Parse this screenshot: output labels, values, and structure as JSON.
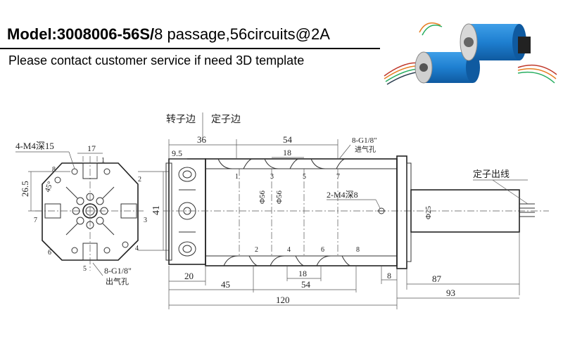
{
  "header": {
    "model": "Model:3008006-56S",
    "separator": "/",
    "spec": "8 passage,56circuits@2A",
    "subtitle": "Please contact customer service if need 3D template"
  },
  "photo": {
    "description_icon": "slip-ring-photo-icon"
  },
  "drawing": {
    "colors": {
      "line": "#333333",
      "dim": "#555555",
      "background": "#ffffff"
    },
    "front_view": {
      "label_holes": "4-M4深15",
      "dim_17": "17",
      "dim_26_5": "26.5",
      "angle": "45°",
      "dim_41": "41",
      "outlet_label_1": "8-G1/8\"",
      "outlet_label_2": "出气孔",
      "port_numbers": [
        "8",
        "1",
        "2",
        "7",
        "3",
        "6",
        "4",
        "5"
      ]
    },
    "side_view": {
      "rotor_label": "转子边",
      "stator_label": "定子边",
      "inlet_label_1": "8-G1/8\"",
      "inlet_label_2": "进气孔",
      "stator_wire_label": "定子出线",
      "dims": {
        "d36": "36",
        "d54_top": "54",
        "d9_5": "9.5",
        "d18_top": "18",
        "phi56_a": "Φ56",
        "phi56_b": "Φ56",
        "m4_label": "2-M4深8",
        "phi25": "Φ25",
        "d20": "20",
        "d18_bot": "18",
        "d8": "8",
        "d87": "87",
        "d45": "45",
        "d54_bot": "54",
        "d93": "93",
        "d120": "120"
      },
      "top_ports": [
        "1",
        "3",
        "5",
        "7"
      ],
      "bottom_ports": [
        "2",
        "4",
        "6",
        "8"
      ]
    }
  }
}
